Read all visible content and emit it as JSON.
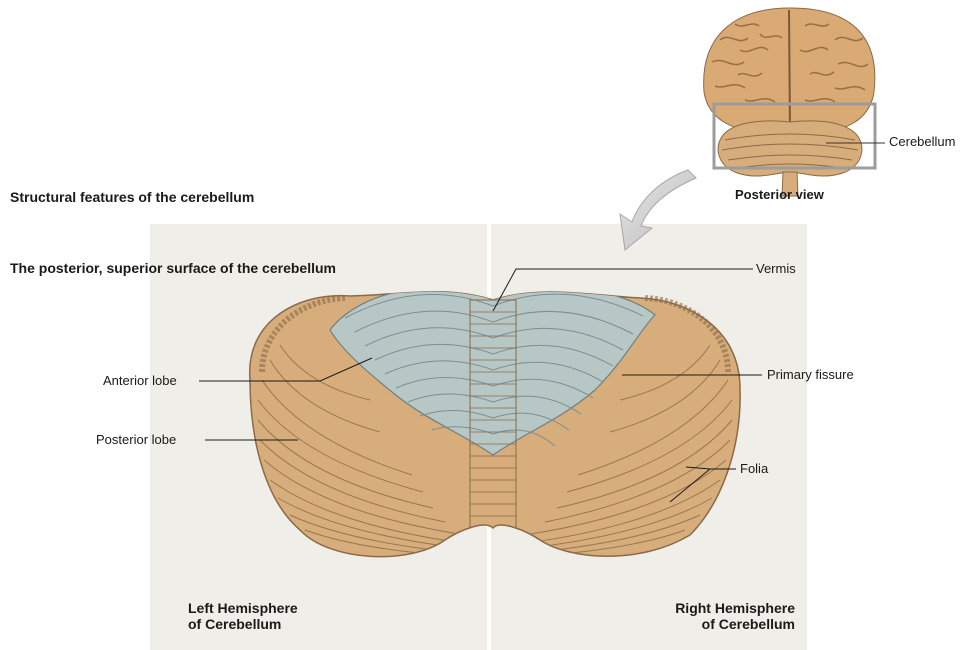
{
  "headings": {
    "structural": "Structural features of the cerebellum",
    "surface": "The posterior, superior surface of the cerebellum"
  },
  "inset": {
    "caption": "Posterior view",
    "label": "Cerebellum"
  },
  "labels": {
    "vermis": "Vermis",
    "anterior_lobe": "Anterior lobe",
    "posterior_lobe": "Posterior lobe",
    "primary_fissure": "Primary fissure",
    "folia": "Folia"
  },
  "hemispheres": {
    "left_line1": "Left Hemisphere",
    "left_line2": "of Cerebellum",
    "right_line1": "Right Hemisphere",
    "right_line2": "of Cerebellum"
  },
  "colors": {
    "anterior_lobe": "#b7c7c6",
    "posterior_lobe": "#d8ad7c",
    "brain": "#d9aa74",
    "panel": "#f0eee8"
  }
}
